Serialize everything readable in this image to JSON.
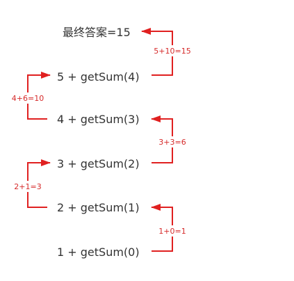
{
  "colors": {
    "arrow": "#e02020",
    "label": "#d62a2a",
    "text": "#333333"
  },
  "nodes": [
    {
      "id": "final",
      "label": "最终答案=15"
    },
    {
      "id": "sum4",
      "label": "5 + getSum(4)"
    },
    {
      "id": "sum3",
      "label": "4 + getSum(3)"
    },
    {
      "id": "sum2",
      "label": "3 + getSum(2)"
    },
    {
      "id": "sum1",
      "label": "2 + getSum(1)"
    },
    {
      "id": "sum0",
      "label": "1 + getSum(0)"
    }
  ],
  "edges": [
    {
      "id": "e1",
      "label": "5+10=15"
    },
    {
      "id": "e2",
      "label": "4+6=10"
    },
    {
      "id": "e3",
      "label": "3+3=6"
    },
    {
      "id": "e4",
      "label": "2+1=3"
    },
    {
      "id": "e5",
      "label": "1+0=1"
    }
  ]
}
